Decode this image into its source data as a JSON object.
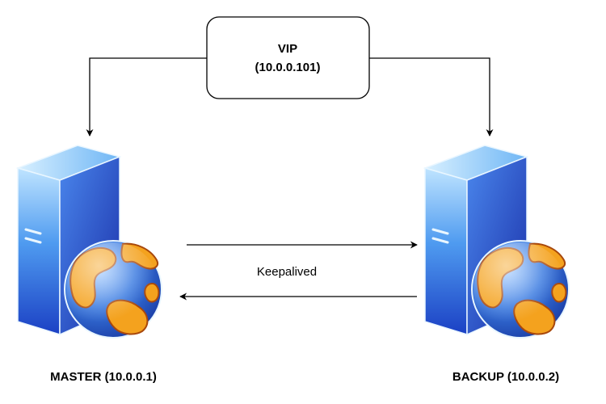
{
  "vip": {
    "title": "VIP",
    "address": "(10.0.0.101)"
  },
  "link": {
    "label": "Keepalived"
  },
  "master": {
    "label": "MASTER (10.0.0.1)",
    "icon": "server-globe-icon"
  },
  "backup": {
    "label": "BACKUP (10.0.0.2)",
    "icon": "server-globe-icon"
  },
  "colors": {
    "server_light": "#8cc8f5",
    "server_mid": "#3a7de0",
    "server_dark": "#1a37b8",
    "globe_ocean": "#2f6fd6",
    "globe_land": "#f4a21e",
    "line": "#000000"
  }
}
